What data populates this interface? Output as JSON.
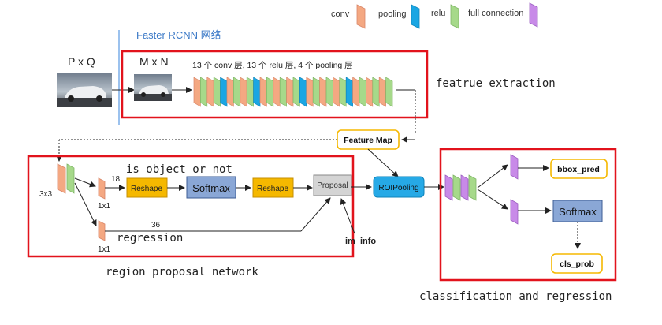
{
  "legend": {
    "conv": "conv",
    "pooling": "pooling",
    "relu": "relu",
    "fc": "full connection"
  },
  "network_title": "Faster RCNN 网络",
  "input_label": "P x Q",
  "resized_label": "M x N",
  "layers_caption": "13 个 conv 层, 13 个 relu 层, 4 个 pooling 层",
  "feature_extraction_label": "featrue extraction",
  "feature_map": "Feature Map",
  "rpn": {
    "kernel_3x3": "3x3",
    "kernel_1x1_top": "1x1",
    "kernel_1x1_bottom": "1x1",
    "ch_18": "18",
    "ch_36": "36",
    "objectness_label": "is object or not",
    "regression_label": "regression",
    "reshape1": "Reshape",
    "softmax": "Softmax",
    "reshape2": "Reshape",
    "proposal": "Proposal",
    "im_info": "im_info",
    "section_label": "region proposal network"
  },
  "roi_pooling": "ROIPooling",
  "cls": {
    "bbox_pred": "bbox_pred",
    "softmax": "Softmax",
    "cls_prob": "cls_prob",
    "section_label": "classification and regression"
  },
  "colors": {
    "conv": "#f4a882",
    "pooling": "#1aa6e3",
    "relu": "#a6d98a",
    "fc": "#c88ae8",
    "red_frame": "#e2131c",
    "title_blue": "#3b79c7",
    "reshape_fill": "#f5b800",
    "softmax_fill": "#8aa7d6",
    "roi_fill": "#26a9e6",
    "feature_map_border": "#f5b800"
  }
}
